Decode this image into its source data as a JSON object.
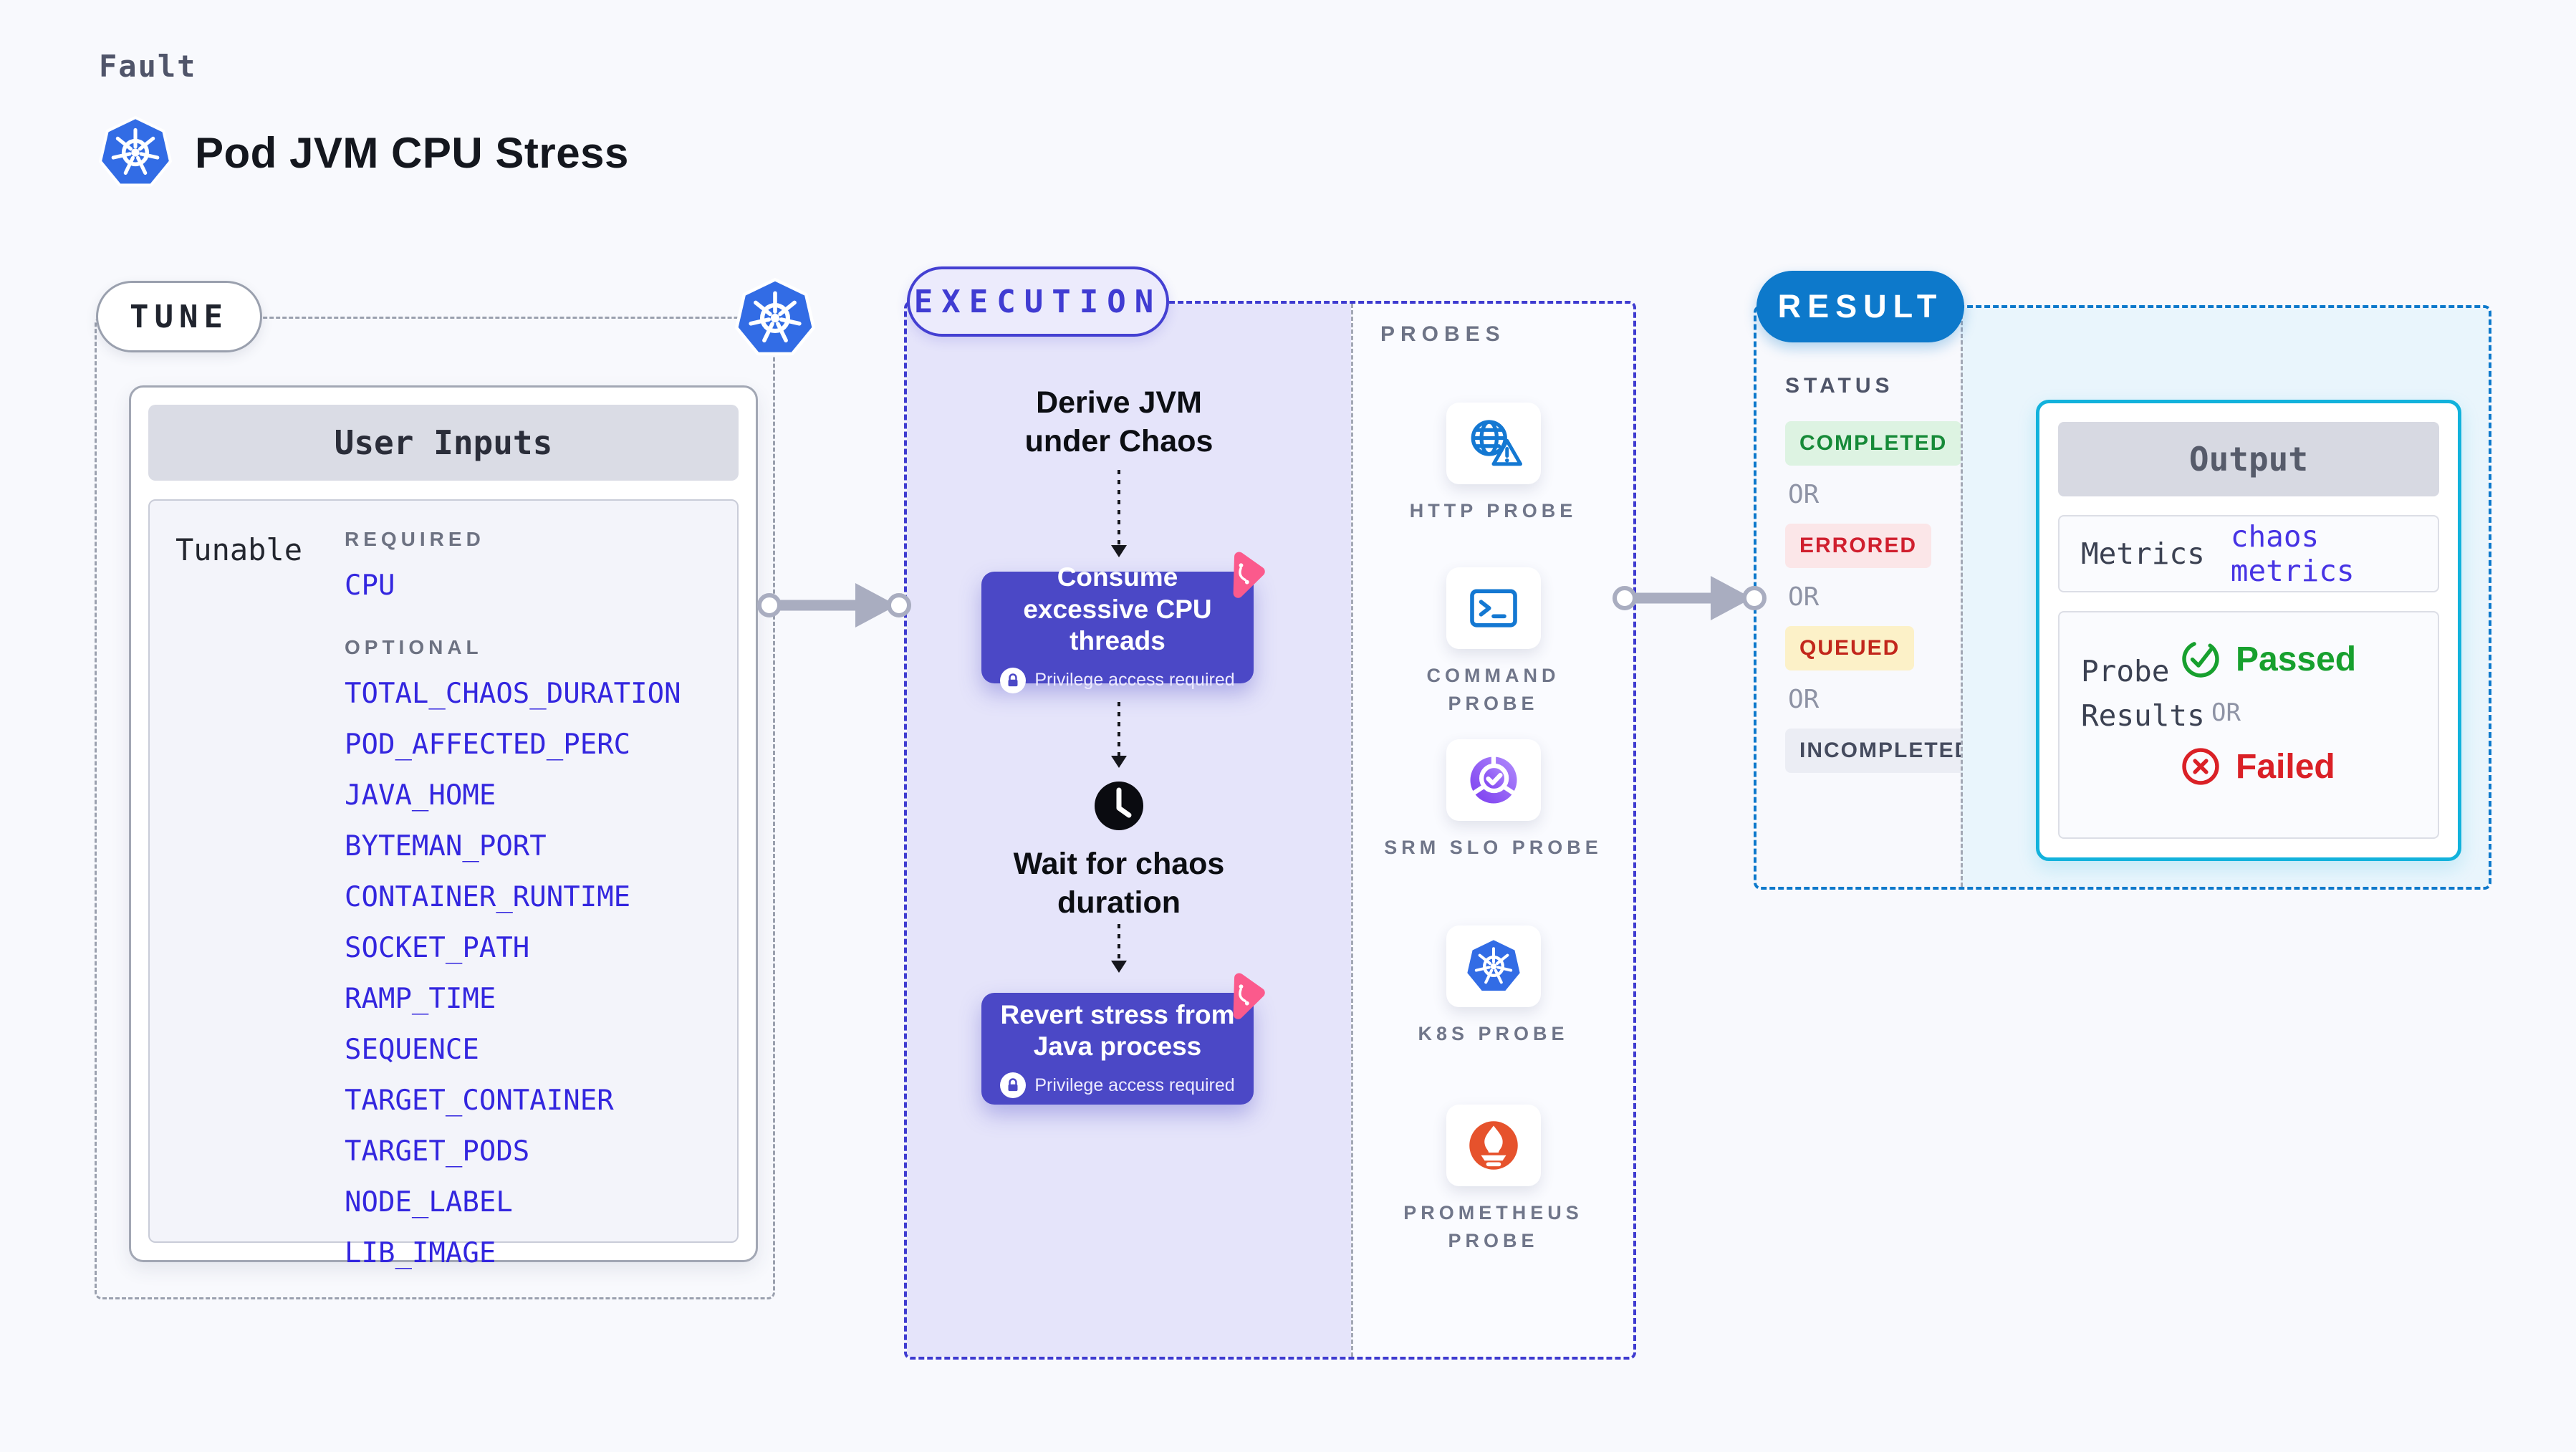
{
  "header": {
    "kicker": "Fault",
    "title": "Pod JVM CPU Stress"
  },
  "tune": {
    "label": "TUNE",
    "card_title": "User Inputs",
    "row_label": "Tunable",
    "required_label": "REQUIRED",
    "required_items": [
      "CPU"
    ],
    "optional_label": "OPTIONAL",
    "optional_items": [
      "TOTAL_CHAOS_DURATION",
      "POD_AFFECTED_PERC",
      "JAVA_HOME",
      "BYTEMAN_PORT",
      "CONTAINER_RUNTIME",
      "SOCKET_PATH",
      "RAMP_TIME",
      "SEQUENCE",
      "TARGET_CONTAINER",
      "TARGET_PODS",
      "NODE_LABEL",
      "LIB_IMAGE"
    ]
  },
  "execution": {
    "label": "EXECUTION",
    "step1_title": "Derive JVM under Chaos",
    "box1_title": "Consume excessive CPU threads",
    "wait_title": "Wait for chaos duration",
    "box2_title": "Revert stress from Java process",
    "privilege_badge": "Privilege access required"
  },
  "probes": {
    "label": "PROBES",
    "items": [
      {
        "name": "HTTP PROBE",
        "icon": "http-probe-icon"
      },
      {
        "name": "COMMAND PROBE",
        "icon": "command-probe-icon"
      },
      {
        "name": "SRM SLO PROBE",
        "icon": "srm-slo-probe-icon"
      },
      {
        "name": "K8S PROBE",
        "icon": "k8s-probe-icon"
      },
      {
        "name": "PROMETHEUS PROBE",
        "icon": "prometheus-probe-icon"
      }
    ]
  },
  "result": {
    "label": "RESULT",
    "status_label": "STATUS",
    "or_label": "OR",
    "statuses": [
      {
        "text": "COMPLETED",
        "color": "#168a38",
        "bg": "#ddf3e2"
      },
      {
        "text": "ERRORED",
        "color": "#d01f2e",
        "bg": "#fbe6e8"
      },
      {
        "text": "QUEUED",
        "color": "#c2271c",
        "bg": "#fcf1c8"
      },
      {
        "text": "INCOMPLETED",
        "color": "#454b5e",
        "bg": "#ebedf4"
      }
    ],
    "output": {
      "title": "Output",
      "metrics_label": "Metrics",
      "metrics_value": "chaos metrics",
      "probe_results_label": "Probe Results",
      "passed_label": "Passed",
      "failed_label": "Failed",
      "or_label": "OR"
    }
  },
  "icons": {
    "kubernetes-icon": "blue heptagon with white ship wheel",
    "litmus-chaos-icon": "pink rounded triangle",
    "lock-icon": "white circle with indigo padlock",
    "clock-icon": "black circle clock",
    "http-probe-icon": "globe with warning triangle",
    "command-probe-icon": "terminal prompt window",
    "srm-slo-probe-icon": "purple gauge with check",
    "k8s-probe-icon": "kubernetes heptagon",
    "prometheus-probe-icon": "orange circle with flame torch",
    "check-circle-icon": "green circled check",
    "x-circle-icon": "red circled x",
    "flow-arrow-icon": "grey arrow with end connectors"
  },
  "colors": {
    "background": "#f8f9fd",
    "tune_dash": "#9aa0ae",
    "execution_dash": "#3e3bd0",
    "execution_fill": "#e5e4fa",
    "chaos_step_fill": "#4b48c6",
    "litmus_pink": "#fb5a8c",
    "result_dash": "#0d79cb",
    "result_fill": "#e9f5fc",
    "output_border": "#12b2dc",
    "env_link": "#3326df",
    "kubernetes_blue": "#326ce5",
    "prometheus_orange": "#e6522c"
  }
}
